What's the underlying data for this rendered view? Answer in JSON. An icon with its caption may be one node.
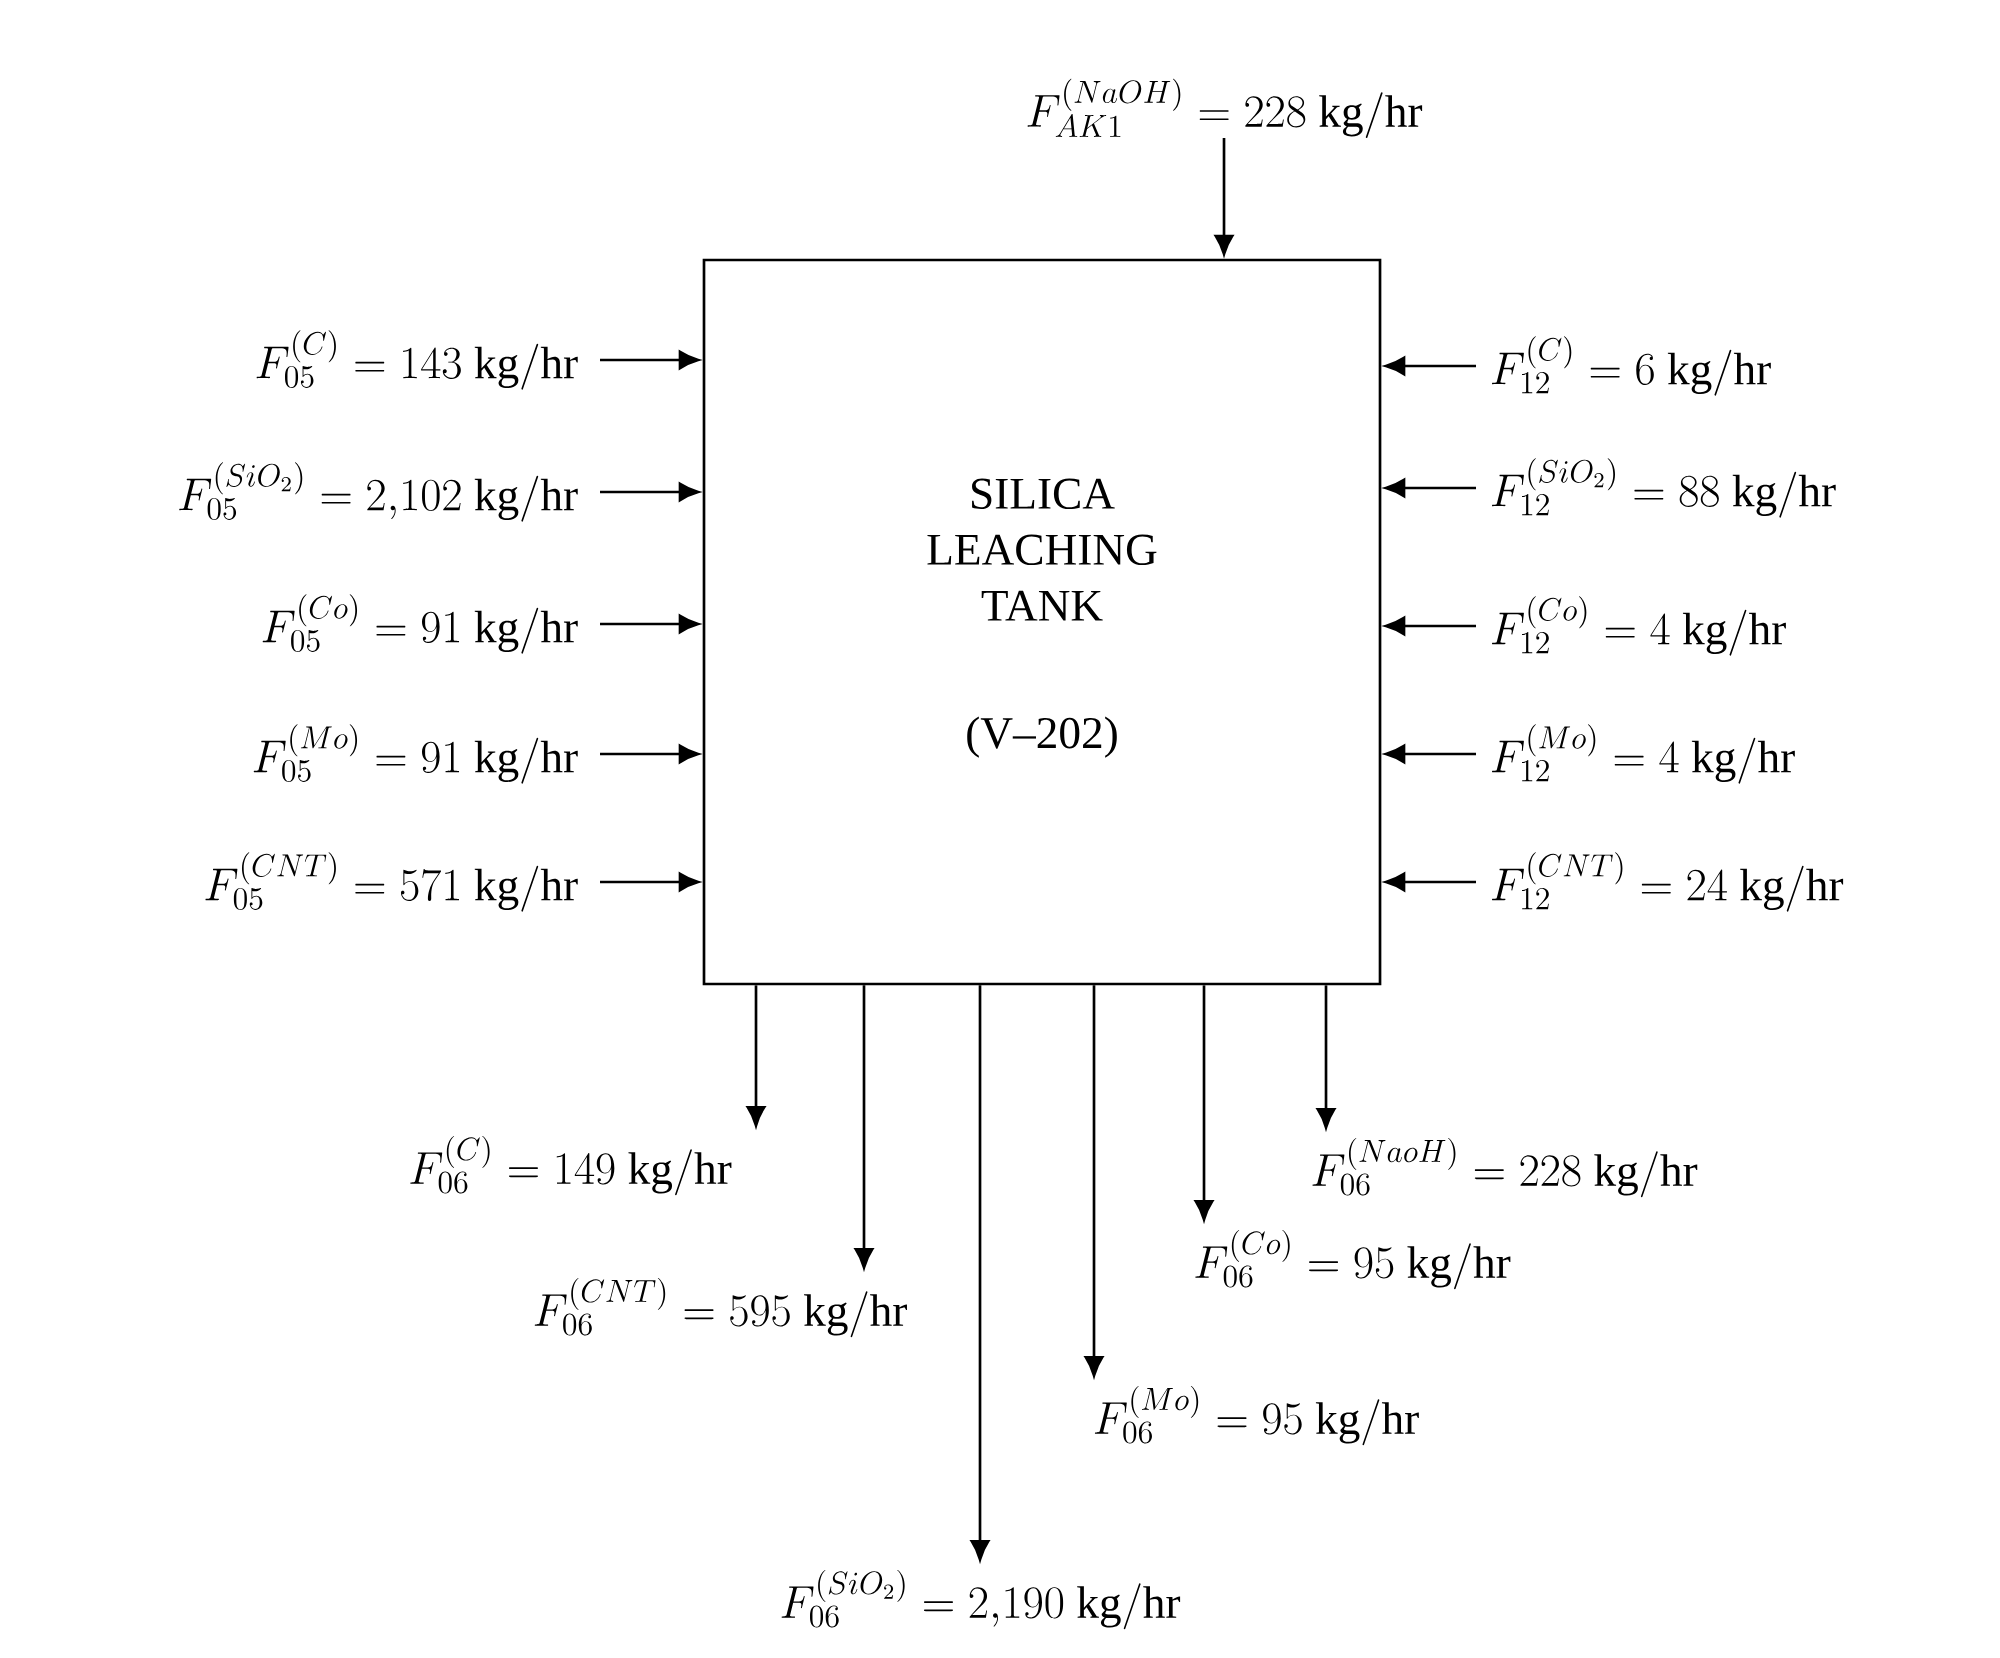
{
  "diagram": {
    "nodes": [
      {
        "text": [
          "SILICA LEACHING TANK",
          "(V–202)"
        ]
      },
      {
        "text": [
          "F_{AK1}^{(NaOH)} = 228\\ \\mathrm{kg/hr}"
        ]
      },
      {
        "text": [
          "F_{05}^{(C)} = 143\\ \\mathrm{kg/hr}"
        ]
      },
      {
        "text": [
          "F_{05}^{(SiO_2)} = 2{,}102\\ \\mathrm{kg/hr}"
        ]
      },
      {
        "text": [
          "F_{05}^{(Co)} = 91\\ \\mathrm{kg/hr}"
        ]
      },
      {
        "text": [
          "F_{05}^{(Mo)} = 91\\ \\mathrm{kg/hr}"
        ]
      },
      {
        "text": [
          "F_{05}^{(CNT)} = 571\\ \\mathrm{kg/hr}"
        ]
      },
      {
        "text": [
          "F_{12}^{(C)} = 6\\ \\mathrm{kg/hr}"
        ]
      },
      {
        "text": [
          "F_{12}^{(SiO_2)} = 88\\ \\mathrm{kg/hr}"
        ]
      },
      {
        "text": [
          "F_{12}^{(Co)} = 4\\ \\mathrm{kg/hr}"
        ]
      },
      {
        "text": [
          "F_{12}^{(Mo)} = 4\\ \\mathrm{kg/hr}"
        ]
      },
      {
        "text": [
          "F_{12}^{(CNT)} = 24\\ \\mathrm{kg/hr}"
        ]
      },
      {
        "text": [
          "F_{06}^{(C)} = 149\\ \\mathrm{kg/hr}"
        ]
      },
      {
        "text": [
          "F_{06}^{(CNT)} = 595\\ \\mathrm{kg/hr}"
        ]
      },
      {
        "text": [
          "F_{06}^{(SiO_2)} = 2{,}190\\ \\mathrm{kg/hr}"
        ]
      },
      {
        "text": [
          "F_{06}^{(Mo)} = 95\\ \\mathrm{kg/hr}"
        ]
      },
      {
        "text": [
          "F_{06}^{(Co)} = 95\\ \\mathrm{kg/hr}"
        ]
      },
      {
        "text": [
          "F_{06}^{(NaoH)} = 228\\ \\mathrm{kg/hr}"
        ]
      }
    ],
    "edges": [
      {
        "from": 1,
        "to": 0,
        "arrow": "to"
      },
      {
        "from": 2,
        "to": 0,
        "arrow": "to"
      },
      {
        "from": 3,
        "to": 0,
        "arrow": "to"
      },
      {
        "from": 4,
        "to": 0,
        "arrow": "to"
      },
      {
        "from": 5,
        "to": 0,
        "arrow": "to"
      },
      {
        "from": 6,
        "to": 0,
        "arrow": "to"
      },
      {
        "from": 7,
        "to": 0,
        "arrow": "to"
      },
      {
        "from": 8,
        "to": 0,
        "arrow": "to"
      },
      {
        "from": 9,
        "to": 0,
        "arrow": "to"
      },
      {
        "from": 10,
        "to": 0,
        "arrow": "to"
      },
      {
        "from": 11,
        "to": 0,
        "arrow": "to"
      },
      {
        "from": 0,
        "to": 12,
        "arrow": "to"
      },
      {
        "from": 0,
        "to": 13,
        "arrow": "to"
      },
      {
        "from": 0,
        "to": 14,
        "arrow": "to"
      },
      {
        "from": 0,
        "to": 15,
        "arrow": "to"
      },
      {
        "from": 0,
        "to": 16,
        "arrow": "to"
      },
      {
        "from": 0,
        "to": 17,
        "arrow": "to"
      }
    ]
  }
}
